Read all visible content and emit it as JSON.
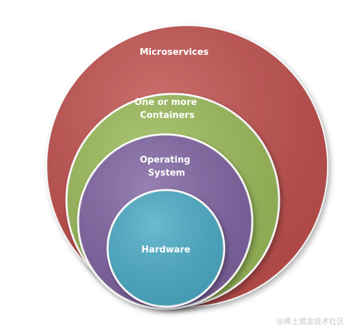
{
  "rings": [
    {
      "id": "microservices",
      "lines": [
        "Microservices"
      ],
      "color": "#c0504d"
    },
    {
      "id": "containers",
      "lines": [
        "One or more",
        "Containers"
      ],
      "color": "#9bbb59"
    },
    {
      "id": "os",
      "lines": [
        "Operating",
        "System"
      ],
      "color": "#8064a2"
    },
    {
      "id": "hardware",
      "lines": [
        "Hardware"
      ],
      "color": "#4bacc6"
    }
  ],
  "watermark": "@稀土掘金技术社区"
}
